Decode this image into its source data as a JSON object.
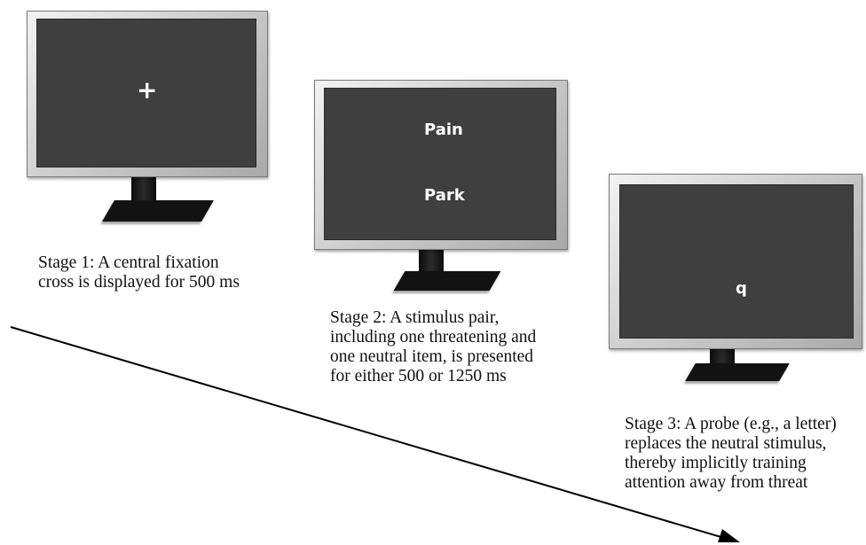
{
  "stages": [
    {
      "screen_items": [
        "+"
      ],
      "caption": "Stage 1: A central fixation\ncross is displayed for 500 ms"
    },
    {
      "screen_items": [
        "Pain",
        "Park"
      ],
      "caption": "Stage 2: A stimulus pair,\nincluding one threatening and\none neutral item, is presented\nfor either 500 or 1250 ms"
    },
    {
      "screen_items": [
        "q"
      ],
      "caption": "Stage 3: A probe (e.g., a letter)\nreplaces the neutral stimulus,\nthereby implicitly training\nattention away from threat"
    }
  ],
  "colors": {
    "screen": "#3f3f3f",
    "bezel": "#c8c8c8",
    "stand": "#121212",
    "arrow": "#000000"
  }
}
